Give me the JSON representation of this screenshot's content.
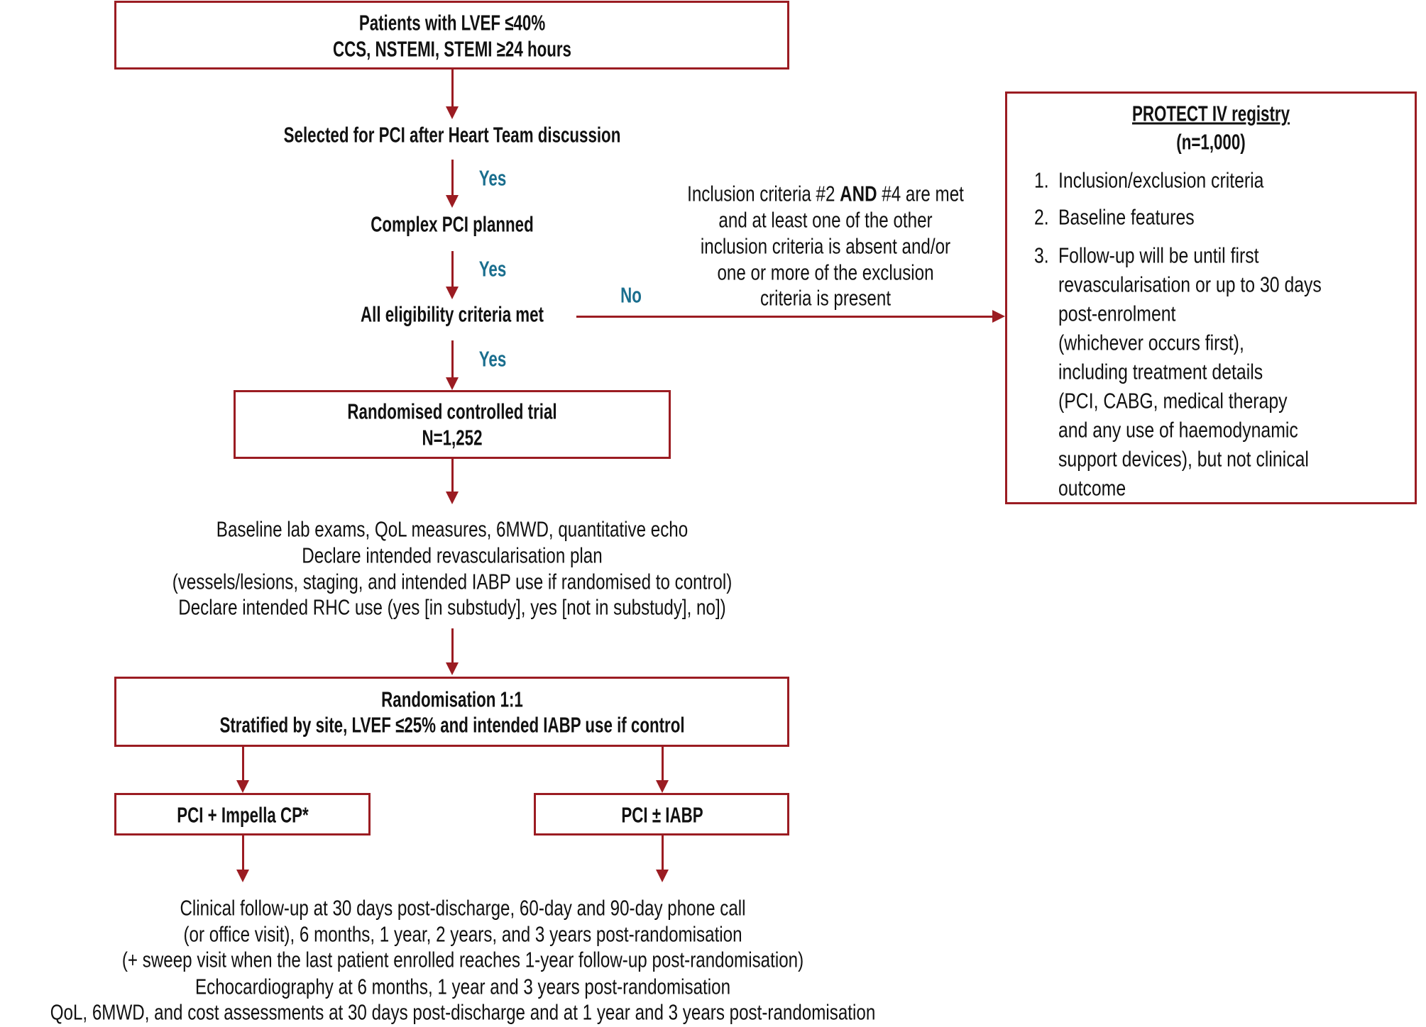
{
  "colors": {
    "border": "#9b1c22",
    "arrow": "#9b1c22",
    "yes_no_label": "#1a6e8e"
  },
  "population": {
    "lines": [
      "Patients with LVEF ≤40%",
      "CCS, NSTEMI, STEMI ≥24 hours"
    ]
  },
  "selected": "Selected for PCI after Heart Team discussion",
  "complex": "Complex PCI planned",
  "eligibility": "All eligibility criteria met",
  "yes": "Yes",
  "no": "No",
  "no_condition": {
    "line1_pre": "Inclusion criteria #2 ",
    "line1_bold": "AND",
    "line1_post": " #4 are met",
    "lines": [
      "and at least one of the other",
      "inclusion criteria is absent and/or",
      "one or more of the exclusion",
      "criteria is present"
    ]
  },
  "rct": {
    "lines": [
      "Randomised controlled trial",
      "N=1,252"
    ]
  },
  "baseline": {
    "lines": [
      "Baseline lab exams, QoL measures, 6MWD, quantitative echo",
      "Declare intended revascularisation plan",
      "(vessels/lesions, staging, and intended IABP use if randomised to control)",
      "Declare intended RHC use (yes [in substudy], yes [not in substudy], no])"
    ]
  },
  "randomisation": {
    "lines": [
      "Randomisation 1:1",
      "Stratified by site, LVEF ≤25% and  intended IABP use if control"
    ]
  },
  "arms": [
    "PCI + Impella CP*",
    "PCI ± IABP"
  ],
  "followup": {
    "lines": [
      "Clinical follow-up at 30 days post-discharge, 60-day and 90-day phone call",
      "(or office visit), 6 months, 1 year, 2 years, and 3 years post-randomisation",
      "(+ sweep visit when the last patient enrolled reaches 1-year follow-up post-randomisation)",
      "Echocardiography at 6 months, 1 year and 3 years post-randomisation",
      "QoL, 6MWD, and cost assessments at 30 days post-discharge and at 1 year and  3 years post-randomisation"
    ]
  },
  "registry": {
    "title": "PROTECT IV registry",
    "n": "(n=1,000)",
    "items": [
      {
        "num": "1.",
        "lines": [
          "Inclusion/exclusion criteria"
        ]
      },
      {
        "num": "2.",
        "lines": [
          "Baseline features"
        ]
      },
      {
        "num": "3.",
        "lines": [
          "Follow-up will be until first",
          "revascularisation or up to 30 days",
          "post-enrolment",
          "(whichever occurs first),",
          "including treatment details",
          "(PCI, CABG, medical therapy",
          "and any use of haemodynamic",
          "support devices), but not clinical",
          "outcome"
        ]
      }
    ]
  }
}
